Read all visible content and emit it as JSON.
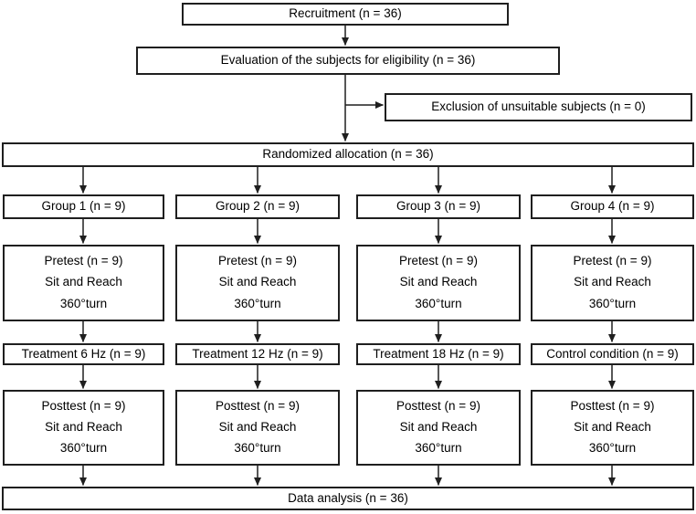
{
  "flow": {
    "recruitment": "Recruitment (n = 36)",
    "evaluation": "Evaluation of the subjects for eligibility  (n = 36)",
    "exclusion": "Exclusion of unsuitable subjects  (n = 0)",
    "randomized_allocation": "Randomized allocation (n = 36)",
    "data_analysis": "Data analysis (n = 36)",
    "groups": [
      {
        "group_label": "Group 1 (n = 9)",
        "pretest_title": "Pretest (n = 9)",
        "pretest_measure_1": "Sit and Reach",
        "pretest_measure_2": "360°turn",
        "treatment": "Treatment 6 Hz (n = 9)",
        "posttest_title": "Posttest (n = 9)",
        "posttest_measure_1": "Sit and Reach",
        "posttest_measure_2": "360°turn"
      },
      {
        "group_label": "Group 2 (n = 9)",
        "pretest_title": "Pretest (n = 9)",
        "pretest_measure_1": "Sit and Reach",
        "pretest_measure_2": "360°turn",
        "treatment": "Treatment 12 Hz (n = 9)",
        "posttest_title": "Posttest (n = 9)",
        "posttest_measure_1": "Sit and Reach",
        "posttest_measure_2": "360°turn"
      },
      {
        "group_label": "Group 3 (n = 9)",
        "pretest_title": "Pretest (n = 9)",
        "pretest_measure_1": "Sit and Reach",
        "pretest_measure_2": "360°turn",
        "treatment": "Treatment 18 Hz (n = 9)",
        "posttest_title": "Posttest (n = 9)",
        "posttest_measure_1": "Sit and Reach",
        "posttest_measure_2": "360°turn"
      },
      {
        "group_label": "Group 4 (n = 9)",
        "pretest_title": "Pretest (n = 9)",
        "pretest_measure_1": "Sit and Reach",
        "pretest_measure_2": "360°turn",
        "treatment": "Control condition (n = 9)",
        "posttest_title": "Posttest (n = 9)",
        "posttest_measure_1": "Sit and Reach",
        "posttest_measure_2": "360°turn"
      }
    ],
    "colors": {
      "background": "#ffffff",
      "box_fill": "#ffffff",
      "box_border": "#1f1f1f",
      "arrow": "#1f1f1f",
      "text": "#000000"
    }
  }
}
